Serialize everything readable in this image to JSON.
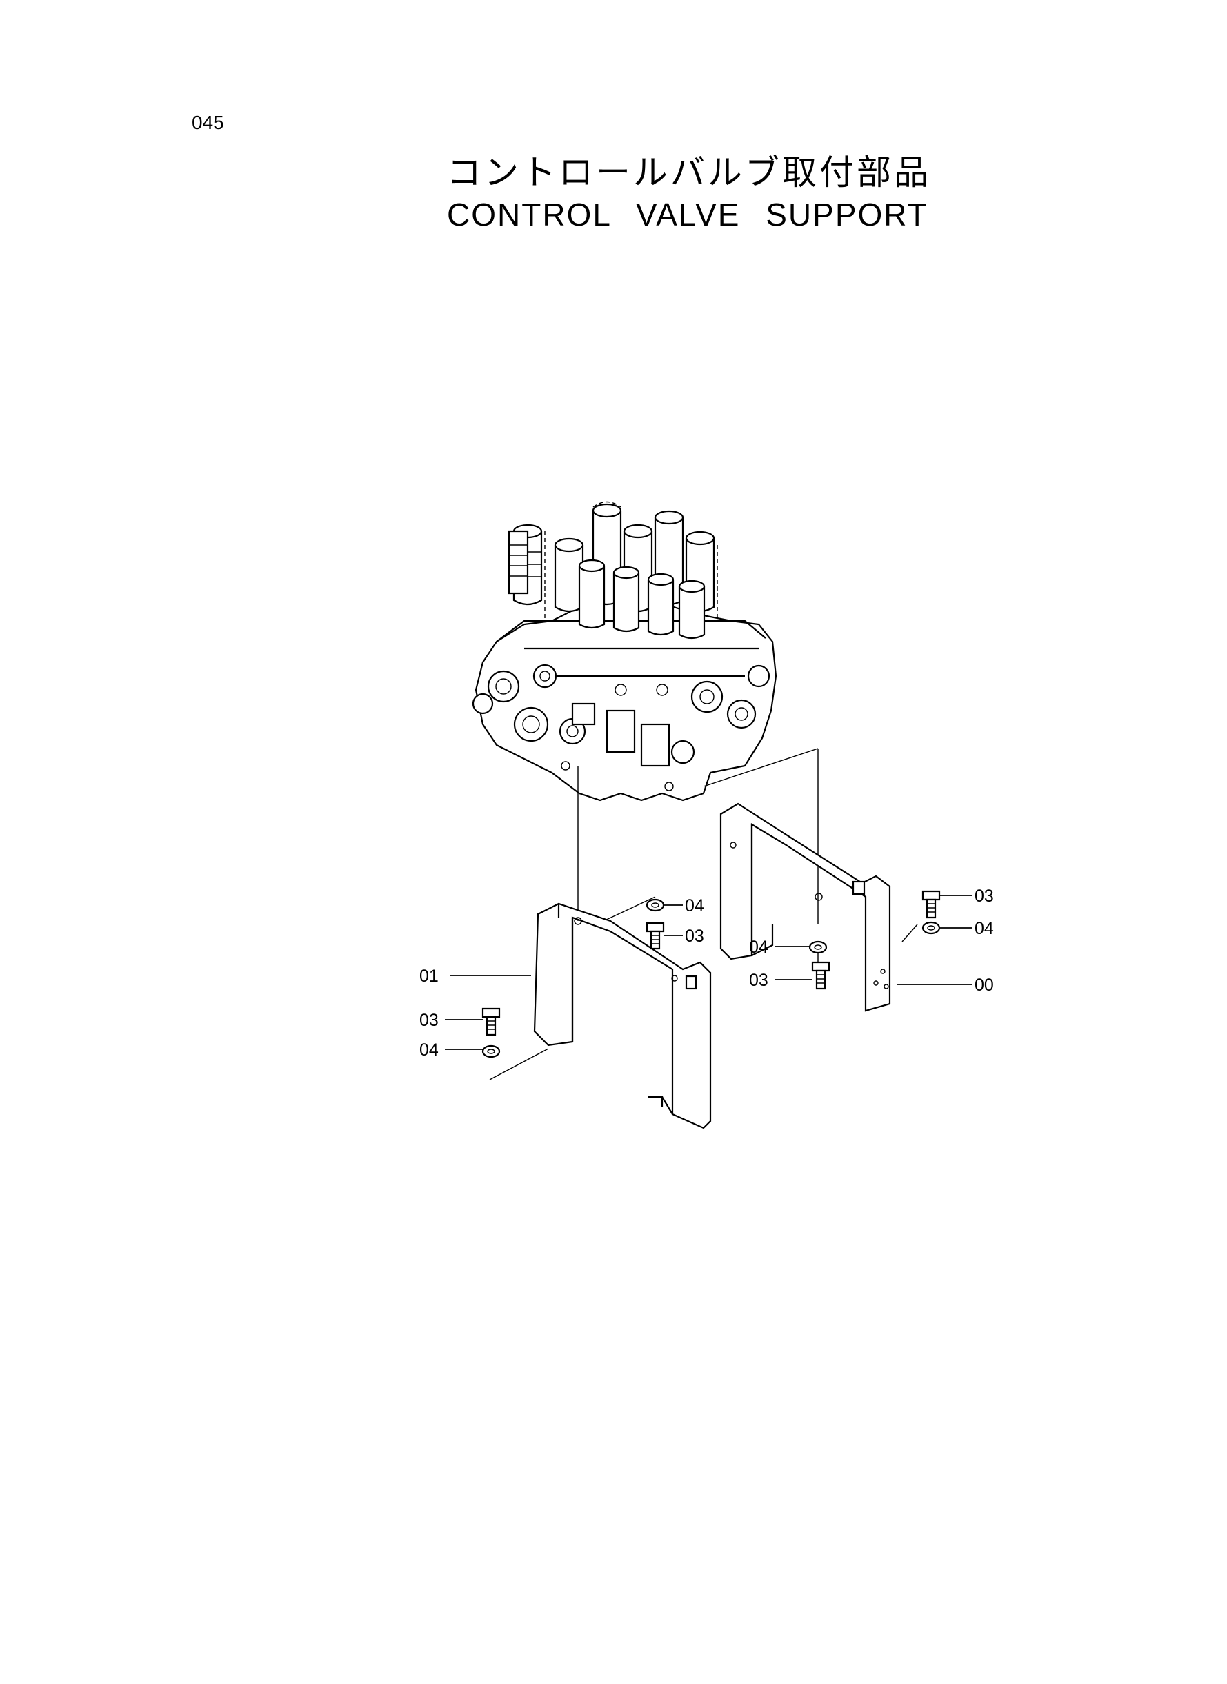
{
  "page": {
    "number": "045"
  },
  "title": {
    "japanese": "コントロールバルブ取付部品",
    "english": "CONTROL VALVE SUPPORT"
  },
  "callouts": {
    "c01_left": "01",
    "c03_left": "03",
    "c04_left": "04",
    "c04_center": "04",
    "c03_center": "03",
    "c04_mid": "04",
    "c03_mid": "03",
    "c03_right": "03",
    "c04_right": "04",
    "c00_right": "00"
  },
  "parts": [
    {
      "id": "00",
      "name": "bracket-right"
    },
    {
      "id": "01",
      "name": "bracket-left"
    },
    {
      "id": "03",
      "name": "bolt"
    },
    {
      "id": "04",
      "name": "washer"
    }
  ]
}
